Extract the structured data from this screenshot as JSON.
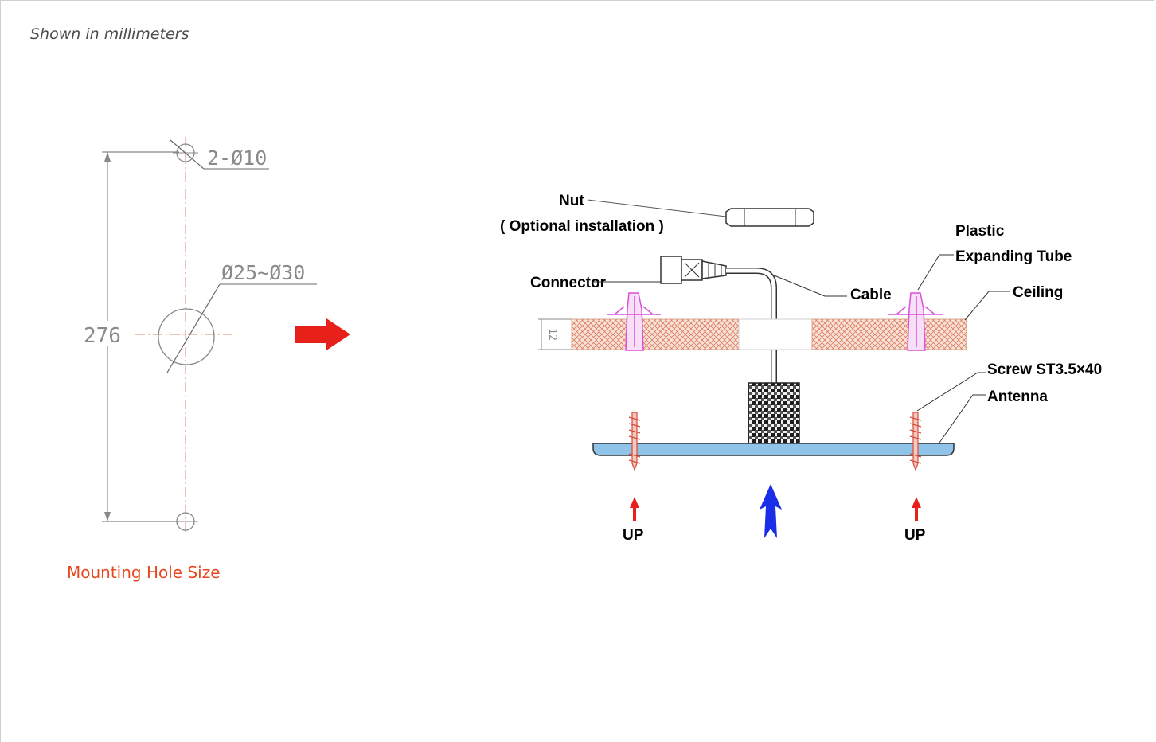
{
  "note": "Shown in millimeters",
  "caption": "Mounting Hole Size",
  "hole_drawing": {
    "small_holes": "2-Ø10",
    "center_hole": "Ø25~Ø30",
    "spacing": "276"
  },
  "install_diagram": {
    "nut": "Nut",
    "nut_note": "( Optional installation )",
    "plastic": "Plastic",
    "expanding_tube": "Expanding Tube",
    "connector": "Connector",
    "cable": "Cable",
    "ceiling": "Ceiling",
    "thickness": "12",
    "screw": "Screw ST3.5×40",
    "antenna": "Antenna",
    "up_left": "UP",
    "up_right": "UP"
  },
  "colors": {
    "caption": "#e8481f",
    "arrow_red": "#e8201a",
    "arrow_blue": "#1a2ee8",
    "antenna": "#8fc3e8",
    "tube": "#d84fd8",
    "screw": "#d64b3a"
  }
}
